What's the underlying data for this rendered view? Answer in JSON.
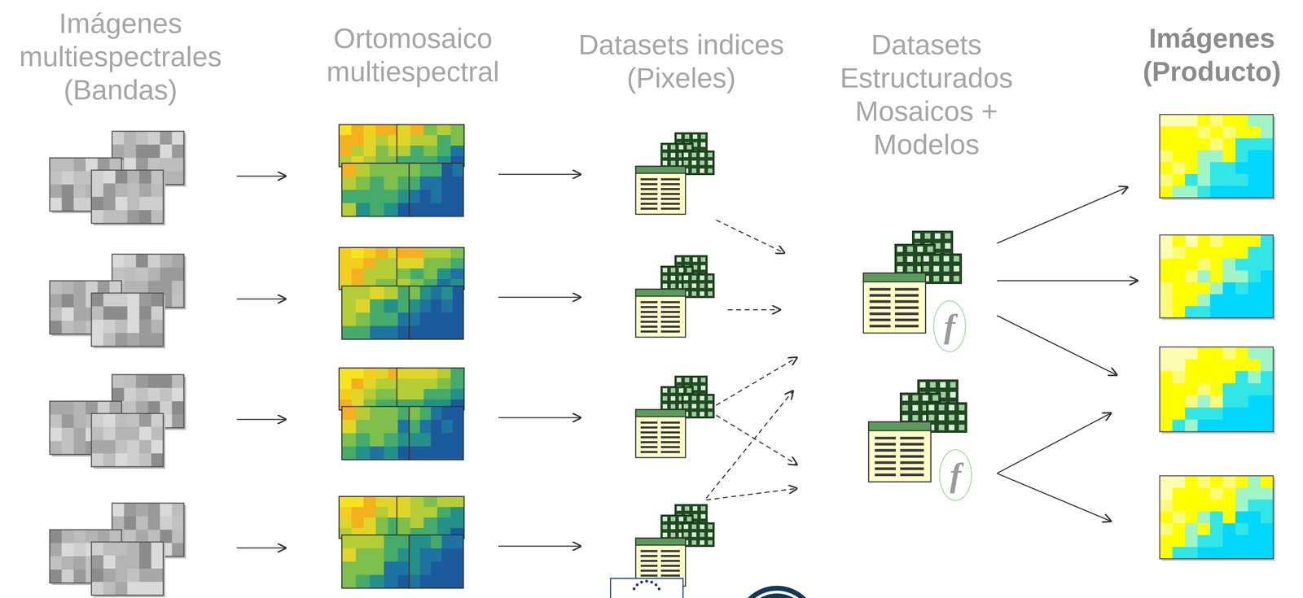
{
  "diagram": {
    "nodes": [
      {
        "text": [
          "f"
        ]
      },
      {
        "text": [
          "f"
        ]
      }
    ],
    "labels": [
      "Imágenes multiespectrales (Bandas)",
      "Ortomosaico multiespectral",
      "Datasets indices (Pixeles)",
      "Datasets Estructurados Mosaicos + Modelos",
      "Imágenes (Producto)"
    ]
  }
}
